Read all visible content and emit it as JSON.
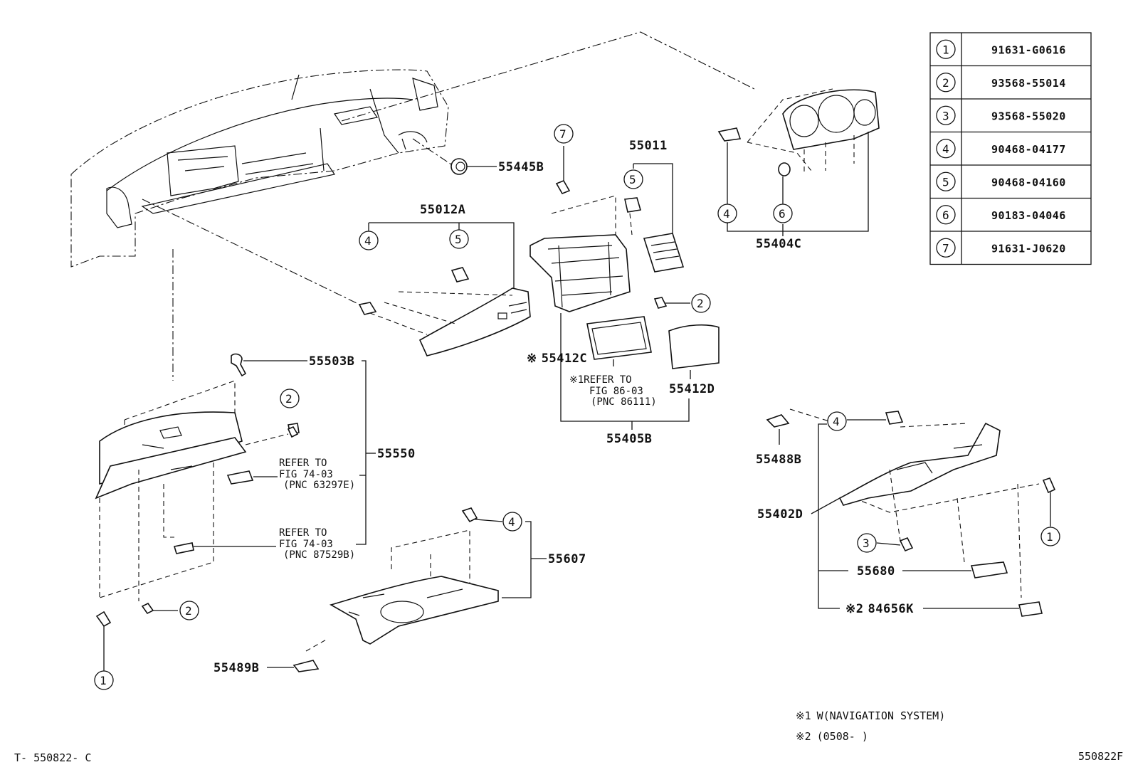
{
  "parts": {
    "p55445B": "55445B",
    "p55012A": "55012A",
    "p55011": "55011",
    "p55404C": "55404C",
    "p55503B": "55503B",
    "p55550": "55550",
    "p55412C": "55412C",
    "p55412D": "55412D",
    "p55405B": "55405B",
    "p55488B": "55488B",
    "p55402D": "55402D",
    "p55680": "55680",
    "p84656K": "84656K",
    "p55607": "55607",
    "p55489B": "55489B"
  },
  "marks": {
    "ref1": "※",
    "note1_prefix": "※1",
    "note2_prefix": "※2"
  },
  "refs": {
    "ref_a_line1": "REFER TO",
    "ref_a_line2": "FIG 74-03",
    "ref_a_line3": "(PNC 63297E)",
    "ref_b_line1": "REFER TO",
    "ref_b_line2": "FIG 74-03",
    "ref_b_line3": "(PNC 87529B)",
    "ref_c_line1": "※1REFER TO",
    "ref_c_line2": "FIG 86-03",
    "ref_c_line3": "(PNC 86111)"
  },
  "callouts": {
    "c1": "1",
    "c2": "2",
    "c3": "3",
    "c4": "4",
    "c5": "5",
    "c6": "6",
    "c7": "7"
  },
  "table": [
    {
      "num": "1",
      "part": "91631-G0616"
    },
    {
      "num": "2",
      "part": "93568-55014"
    },
    {
      "num": "3",
      "part": "93568-55020"
    },
    {
      "num": "4",
      "part": "90468-04177"
    },
    {
      "num": "5",
      "part": "90468-04160"
    },
    {
      "num": "6",
      "part": "90183-04046"
    },
    {
      "num": "7",
      "part": "91631-J0620"
    }
  ],
  "notes": {
    "note1": "W(NAVIGATION SYSTEM)",
    "note2": "(0508-      )"
  },
  "footer": {
    "left": "T- 550822- C",
    "right": "550822F"
  }
}
